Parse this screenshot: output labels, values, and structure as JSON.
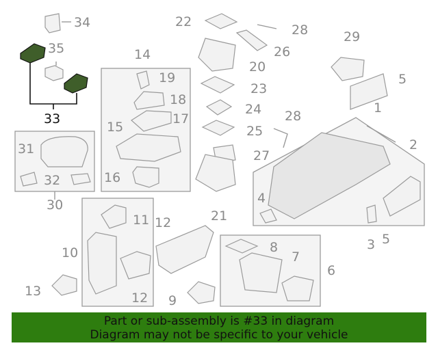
{
  "callouts": {
    "n1": "1",
    "n2": "2",
    "n3": "3",
    "n4": "4",
    "n5a": "5",
    "n5b": "5",
    "n6": "6",
    "n7": "7",
    "n8": "8",
    "n9": "9",
    "n10": "10",
    "n11": "11",
    "n12a": "12",
    "n12b": "12",
    "n13": "13",
    "n14": "14",
    "n15": "15",
    "n16": "16",
    "n17": "17",
    "n18": "18",
    "n19": "19",
    "n20": "20",
    "n21": "21",
    "n22": "22",
    "n23": "23",
    "n24": "24",
    "n25": "25",
    "n26": "26",
    "n27": "27",
    "n28a": "28",
    "n28b": "28",
    "n29": "29",
    "n30": "30",
    "n31": "31",
    "n32": "32",
    "n33": "33",
    "n34": "34",
    "n35": "35"
  },
  "banner": {
    "line1": "Part or sub-assembly is #33 in diagram",
    "line2": "Diagram may not be specific to your vehicle"
  },
  "colors": {
    "banner": "#2e7d0f",
    "highlight_part": "#3f5e2a",
    "callout": "#8a8a8a"
  }
}
